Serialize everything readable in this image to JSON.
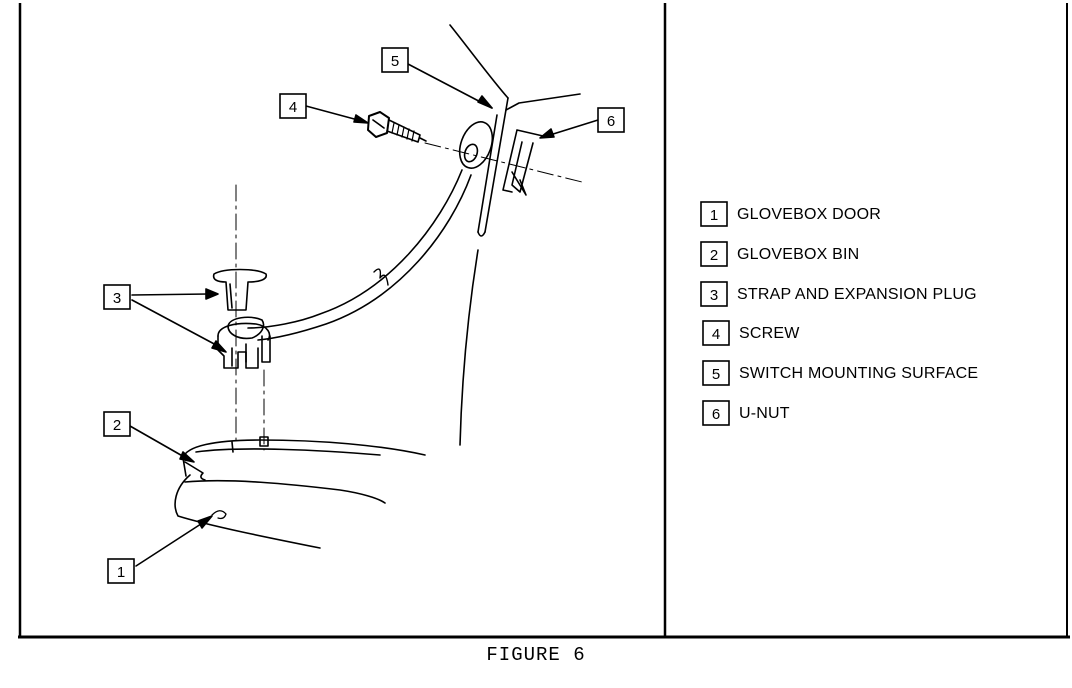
{
  "callouts": [
    {
      "number": "1",
      "label": "GLOVEBOX DOOR"
    },
    {
      "number": "2",
      "label": "GLOVEBOX BIN"
    },
    {
      "number": "3",
      "label": "STRAP AND EXPANSION PLUG"
    },
    {
      "number": "4",
      "label": "SCREW"
    },
    {
      "number": "5",
      "label": "SWITCH MOUNTING SURFACE"
    },
    {
      "number": "6",
      "label": "U-NUT"
    }
  ],
  "caption": "FIGURE 6"
}
